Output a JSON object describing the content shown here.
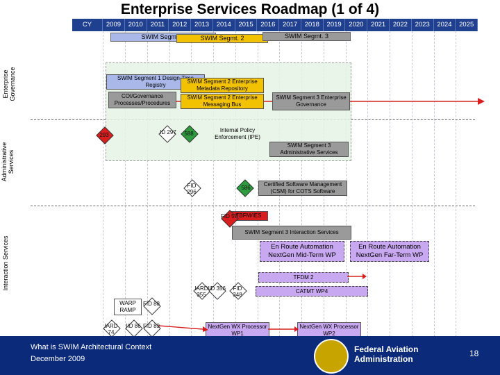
{
  "title": "Enterprise Services Roadmap (1 of 4)",
  "years": [
    "CY",
    "2009",
    "2010",
    "2011",
    "2012",
    "2013",
    "2014",
    "2015",
    "2016",
    "2017",
    "2018",
    "2019",
    "2020",
    "2021",
    "2022",
    "2023",
    "2024",
    "2025"
  ],
  "segments": [
    "SWIM Segmt. 1",
    "SWIM Segmt. 2",
    "SWIM Segmt. 3"
  ],
  "lanes": [
    "Enterprise Governance",
    "Administrative Services",
    "Interaction Services"
  ],
  "boxes": {
    "seg1_registry": "SWIM Segment 1 Design-Time Registry",
    "coi": "COI/Governance Processes/Procedures",
    "seg2_metadata": "SWIM Segment 2 Enterprise Metadata Repository",
    "seg2_messaging": "SWIM Segment 2 Enterprise Messaging Bus",
    "seg3_governance": "SWIM Segment 3 Enterprise Governance",
    "internal_policy": "Internal Policy Enforcement (IPE)",
    "seg3_admin": "SWIM Segment 3 Administrative Services",
    "csm": "Certified Software Management (CSM) for COTS Software",
    "tbfm": "TBFM/IES",
    "seg3_interaction": "SWIM Segment 3 Interaction Services",
    "eram_mid": "En Route Automation NextGen Mid-Term WP",
    "eram_far": "En Route Automation NextGen Far-Term WP",
    "tfdm": "TFDM 2",
    "catmt": "CATMT WP4",
    "warp": "WARP RAMP",
    "nextgen_wx1": "NextGen WX Processor WP1",
    "nextgen_wx2": "NextGen WX Processor WP2"
  },
  "decisions": {
    "d293": "293",
    "d297": "ID 297",
    "d588": "588",
    "d296": "FID 296",
    "d586": "586",
    "d57": "FID 57",
    "d355": "IARD 355",
    "d356": "IID 356",
    "d348": "FID 348",
    "d88": "FID 88",
    "d74": "IARD 74",
    "d86": "IID 86",
    "d89": "FID 89"
  },
  "footer": {
    "line1": "What is SWIM Architectural Context",
    "line2": "December 2009",
    "agency1": "Federal Aviation",
    "agency2": "Administration",
    "page": "18"
  },
  "colors": {
    "header": "#1f3f8f",
    "seg_blue": "#a9b8e8",
    "seg_yellow": "#f2c200",
    "gray_box": "#9a9a9a",
    "lavender": "#c8a8f0",
    "red_diamond": "#d81e1e",
    "green_diamond": "#2e9b3e",
    "arrow_red": "#d81e1e",
    "lane_fill": "#e6f4e6"
  }
}
